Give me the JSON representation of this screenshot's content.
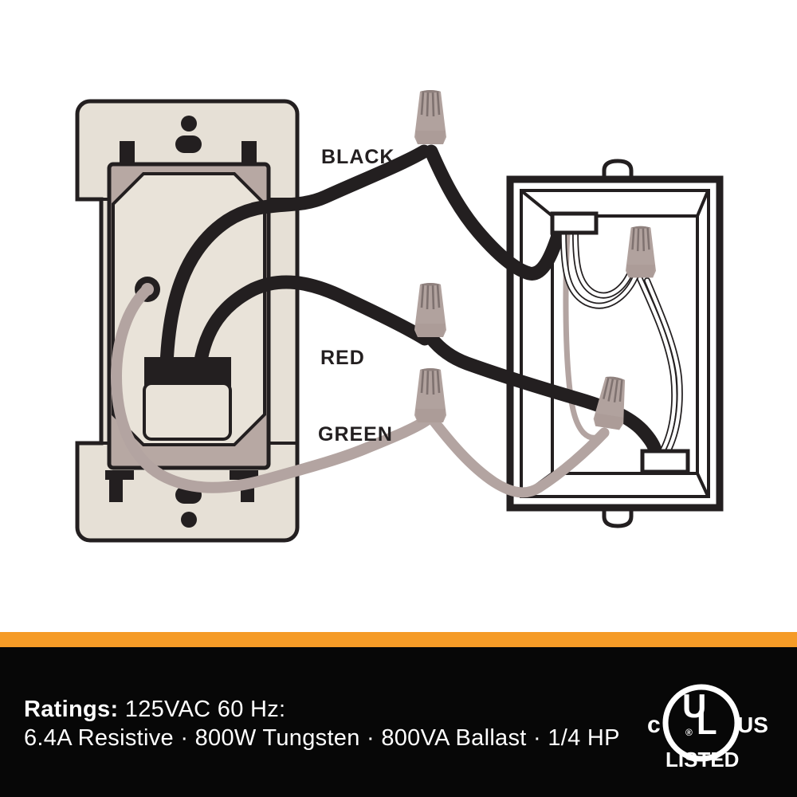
{
  "diagram": {
    "title_implicit": "Dimmer switch to electrical box wiring diagram",
    "wire_labels": {
      "black": "BLACK",
      "red": "RED",
      "green": "GREEN"
    },
    "components": {
      "left_device": "dimmer-switch-with-mounting-strap",
      "right_device": "electrical-wall-box",
      "connectors": "wire-nuts"
    }
  },
  "footer": {
    "ratings_label": "Ratings:",
    "ratings_line1": "125VAC 60 Hz:",
    "ratings_line2": "6.4A Resistive · 800W Tungsten · 800VA Ballast · 1/4 HP",
    "ul": {
      "c": "c",
      "u": "U",
      "l": "L",
      "reg": "®",
      "us": "US",
      "listed": "LISTED"
    }
  },
  "colors": {
    "accent_orange": "#f59b27",
    "footer_black": "#070707",
    "line_black": "#231f20",
    "plate_beige": "#e6e0d6",
    "paddle_beige": "#e9e3d9",
    "frame_tan": "#b7a8a3",
    "ground_wire_gray": "#b3a4a1",
    "wire_nut_body": "#b1a29e"
  }
}
